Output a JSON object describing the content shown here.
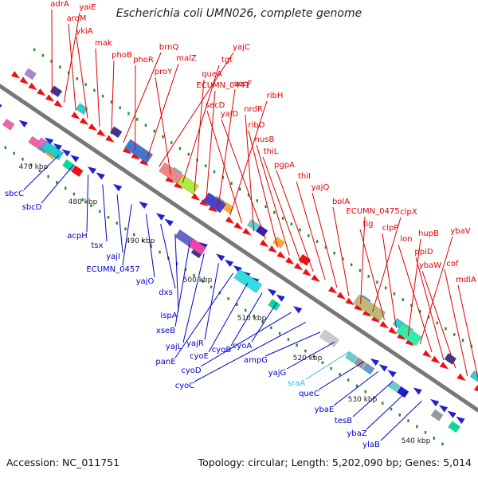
{
  "title": "Escherichia coli UMN026, complete genome",
  "footer": {
    "accession": "Accession: NC_011751",
    "summary": "Topology: circular; Length: 5,202,090 bp; Genes: 5,014"
  },
  "colors": {
    "label_red": "#dd0000",
    "label_blue": "#0000cc",
    "label_cyan": "#33bbdd",
    "backbone": "#888888",
    "tick": "#2a8a2a"
  },
  "ticks": [
    "470 kbp",
    "480 kbp",
    "490 kbp",
    "500 kbp",
    "510 kbp",
    "520 kbp",
    "530 kbp",
    "540 kbp"
  ],
  "upper_labels": [
    {
      "text": "adrA",
      "color": "red"
    },
    {
      "text": "yaiE",
      "color": "red"
    },
    {
      "text": "aroM",
      "color": "red"
    },
    {
      "text": "ykiA",
      "color": "red"
    },
    {
      "text": "mak",
      "color": "red"
    },
    {
      "text": "phoB",
      "color": "red"
    },
    {
      "text": "brnQ",
      "color": "red"
    },
    {
      "text": "phoR",
      "color": "red"
    },
    {
      "text": "malZ",
      "color": "red"
    },
    {
      "text": "yajC",
      "color": "red"
    },
    {
      "text": "proY",
      "color": "red"
    },
    {
      "text": "tgt",
      "color": "red"
    },
    {
      "text": "queA",
      "color": "red"
    },
    {
      "text": "ECUMN_0441",
      "color": "red"
    },
    {
      "text": "secF",
      "color": "red"
    },
    {
      "text": "ribH",
      "color": "red"
    },
    {
      "text": "secD",
      "color": "red"
    },
    {
      "text": "nrdR",
      "color": "red"
    },
    {
      "text": "yajD",
      "color": "red"
    },
    {
      "text": "ribD",
      "color": "red"
    },
    {
      "text": "nusB",
      "color": "red"
    },
    {
      "text": "thiL",
      "color": "red"
    },
    {
      "text": "pgpA",
      "color": "red"
    },
    {
      "text": "thiI",
      "color": "red"
    },
    {
      "text": "yajQ",
      "color": "red"
    },
    {
      "text": "bolA",
      "color": "red"
    },
    {
      "text": "ECUMN_0475",
      "color": "red"
    },
    {
      "text": "clpX",
      "color": "red"
    },
    {
      "text": "tig",
      "color": "red"
    },
    {
      "text": "clpP",
      "color": "red"
    },
    {
      "text": "hupB",
      "color": "red"
    },
    {
      "text": "ybaV",
      "color": "red"
    },
    {
      "text": "lon",
      "color": "red"
    },
    {
      "text": "ppiD",
      "color": "red"
    },
    {
      "text": "ybaW",
      "color": "red"
    },
    {
      "text": "cof",
      "color": "red"
    },
    {
      "text": "mdlA",
      "color": "red"
    }
  ],
  "lower_labels": [
    {
      "text": "sbcC",
      "color": "blue"
    },
    {
      "text": "sbcD",
      "color": "blue"
    },
    {
      "text": "acpH",
      "color": "blue"
    },
    {
      "text": "tsx",
      "color": "blue"
    },
    {
      "text": "yajI",
      "color": "blue"
    },
    {
      "text": "ECUMN_0457",
      "color": "blue"
    },
    {
      "text": "yajO",
      "color": "blue"
    },
    {
      "text": "dxs",
      "color": "blue"
    },
    {
      "text": "ispA",
      "color": "blue"
    },
    {
      "text": "xseB",
      "color": "blue"
    },
    {
      "text": "yajL",
      "color": "blue"
    },
    {
      "text": "yajR",
      "color": "blue"
    },
    {
      "text": "panE",
      "color": "blue"
    },
    {
      "text": "cyoE",
      "color": "blue"
    },
    {
      "text": "cyoB",
      "color": "blue"
    },
    {
      "text": "cyoA",
      "color": "blue"
    },
    {
      "text": "cyoD",
      "color": "blue"
    },
    {
      "text": "cyoC",
      "color": "blue"
    },
    {
      "text": "ampG",
      "color": "blue"
    },
    {
      "text": "yajG",
      "color": "blue"
    },
    {
      "text": "sraA",
      "color": "cyan"
    },
    {
      "text": "queC",
      "color": "blue"
    },
    {
      "text": "ybaE",
      "color": "blue"
    },
    {
      "text": "tesB",
      "color": "blue"
    },
    {
      "text": "ybaZ",
      "color": "blue"
    },
    {
      "text": "ylaB",
      "color": "blue"
    }
  ]
}
